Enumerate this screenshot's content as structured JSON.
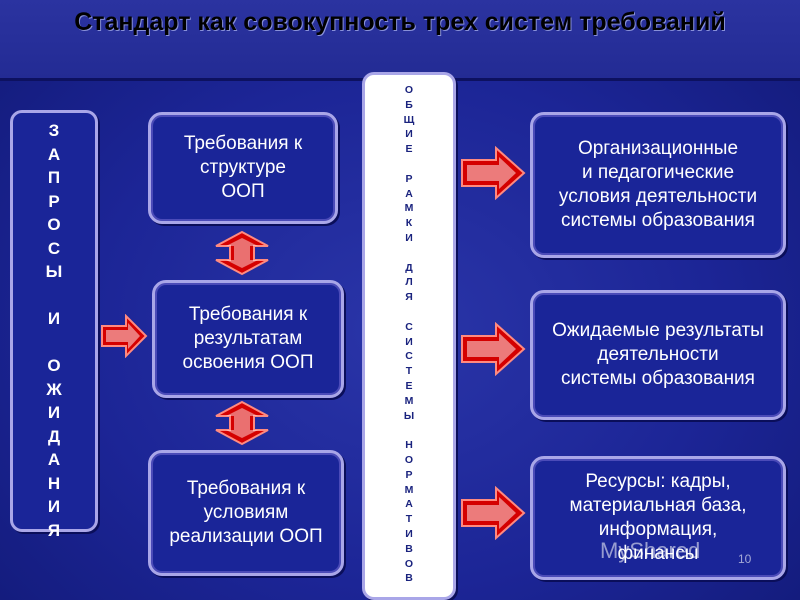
{
  "title": "Стандарт как совокупность трех систем требований",
  "left_column": {
    "letters": [
      "З",
      "А",
      "П",
      "Р",
      "О",
      "С",
      "Ы",
      "",
      "И",
      "",
      "О",
      "Ж",
      "И",
      "Д",
      "А",
      "Н",
      "И",
      "Я"
    ]
  },
  "center_column": {
    "letters": [
      "О",
      "Б",
      "Щ",
      "И",
      "Е",
      "",
      "Р",
      "А",
      "М",
      "К",
      "И",
      "",
      "Д",
      "Л",
      "Я",
      "",
      "С",
      "И",
      "С",
      "Т",
      "Е",
      "М",
      "Ы",
      "",
      "Н",
      "О",
      "Р",
      "М",
      "А",
      "Т",
      "И",
      "В",
      "О",
      "В"
    ]
  },
  "requirements": {
    "structure": "Требования к\nструктуре\nООП",
    "results": "Требования к\nрезультатам\nосвоения ООП",
    "conditions": "Требования к\nусловиям\nреализации ООП"
  },
  "systems": {
    "organizational": "Организационные\nи педагогические\nусловия деятельности\nсистемы образования",
    "expected": "Ожидаемые результаты\nдеятельности\nсистемы образования",
    "resources": "Ресурсы: кадры,\nматериальная база,\nинформация,\nфинансы"
  },
  "watermark": "MyShared",
  "page_number": "10"
}
